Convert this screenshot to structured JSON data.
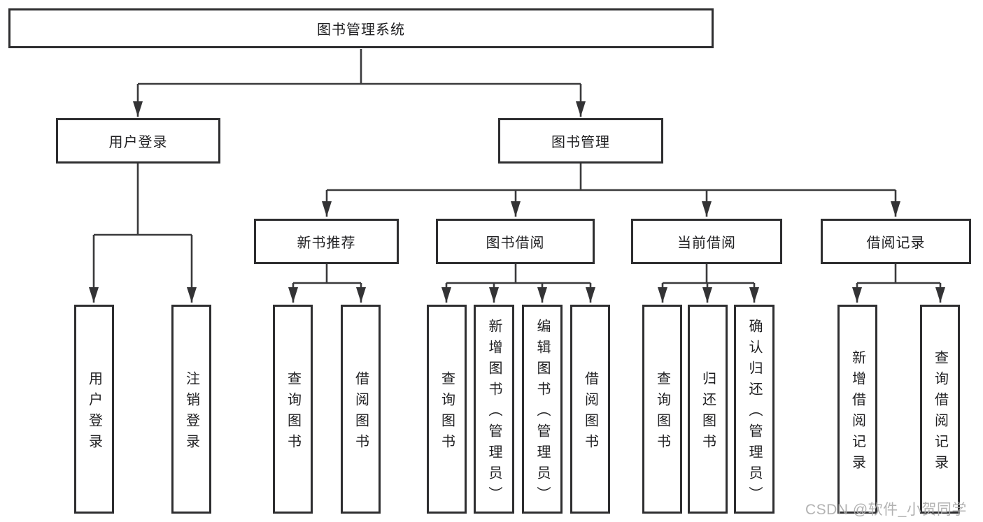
{
  "nodes": {
    "root": "图书管理系统",
    "user_login": "用户登录",
    "book_mgmt": "图书管理",
    "new_book_rec": "新书推荐",
    "book_borrow": "图书借阅",
    "current_borrow": "当前借阅",
    "borrow_records": "借阅记录",
    "leaf_user_login": "用户登录",
    "leaf_logout": "注销登录",
    "leaf_rec_query": "查询图书",
    "leaf_rec_borrow": "借阅图书",
    "leaf_bb_query": "查询图书",
    "leaf_bb_add": "新增图书（管理员）",
    "leaf_bb_edit": "编辑图书（管理员）",
    "leaf_bb_borrow": "借阅图书",
    "leaf_cb_query": "查询图书",
    "leaf_cb_return": "归还图书",
    "leaf_cb_confirm": "确认归还（管理员）",
    "leaf_br_add": "新增借阅记录",
    "leaf_br_query": "查询借阅记录"
  },
  "watermark": "CSDN @软件_小贺同学",
  "colors": {
    "line": "#3a3a3c",
    "border": "#2e2e30",
    "text": "#1f1f21",
    "watermark": "#ababab",
    "background": "#ffffff"
  }
}
